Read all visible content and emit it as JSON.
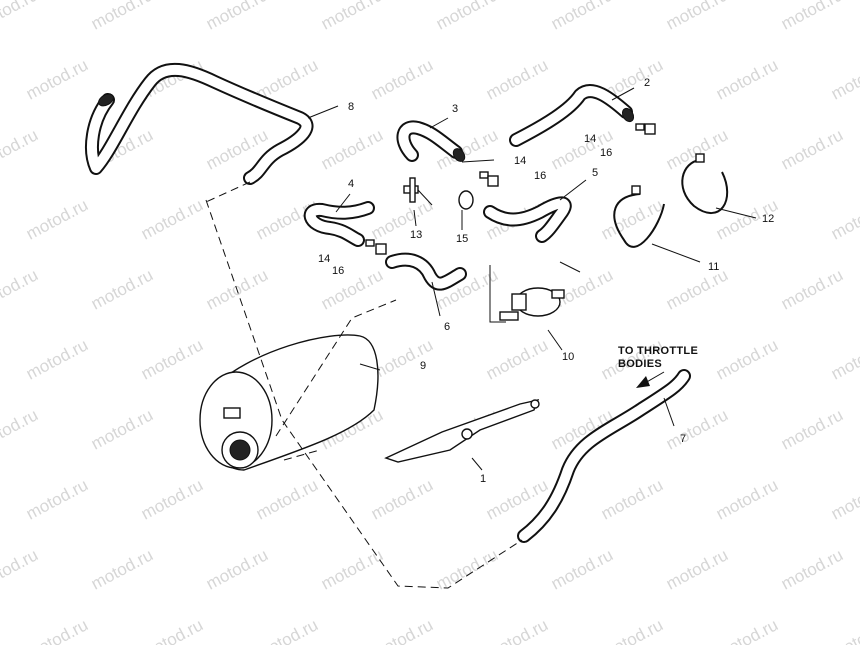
{
  "labels": {
    "1": "1",
    "2": "2",
    "3": "3",
    "4": "4",
    "5": "5",
    "6": "6",
    "7": "7",
    "8": "8",
    "9": "9",
    "10": "10",
    "11": "11",
    "12": "12",
    "13": "13",
    "14": "14",
    "15": "15",
    "16": "16"
  },
  "caption": {
    "line1": "TO THROTTLE",
    "line2": "BODIES"
  },
  "watermark": {
    "text": "motod.ru",
    "color": "#d6d6d6"
  }
}
